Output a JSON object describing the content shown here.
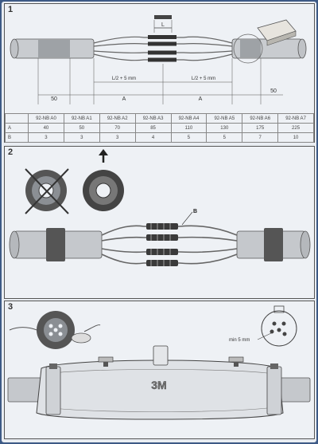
{
  "steps": [
    {
      "number": "1"
    },
    {
      "number": "2",
      "label_b": "B"
    },
    {
      "number": "3",
      "brand": "3M",
      "min_gap": "min 5 mm"
    }
  ],
  "diagram1": {
    "dim_l": "L",
    "dim_left": "50",
    "dim_right": "50",
    "dim_half_left": "L/2 + 5 mm",
    "dim_half_right": "L/2 + 5 mm",
    "dim_a_left": "A",
    "dim_a_right": "A"
  },
  "table": {
    "headers": [
      "92-NB A0",
      "92-NB A1",
      "92-NB A2",
      "92-NB A3",
      "92-NB A4",
      "92-NB A5",
      "92-NB A6",
      "92-NB A7"
    ],
    "rows": [
      {
        "label": "A",
        "values": [
          "40",
          "50",
          "70",
          "85",
          "110",
          "130",
          "175",
          "225"
        ]
      },
      {
        "label": "B",
        "values": [
          "3",
          "3",
          "3",
          "4",
          "5",
          "5",
          "7",
          "10"
        ]
      }
    ]
  }
}
